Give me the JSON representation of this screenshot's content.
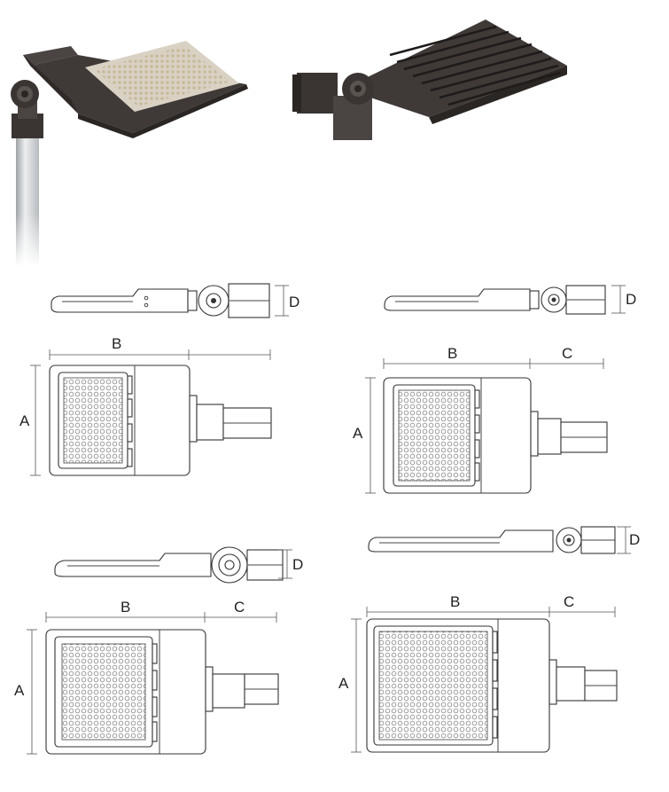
{
  "labels": {
    "a": "A",
    "b": "B",
    "c": "C",
    "d": "D"
  },
  "colors": {
    "housing": "#3a3533",
    "housing_light": "#5a5350",
    "led_panel": "#efe9dc",
    "pole": "#cfd1d3",
    "line": "#333333"
  },
  "icons": {
    "photo_1": "street-light-mounted-on-pole",
    "photo_2": "street-light-rear-heat-sink-view"
  }
}
